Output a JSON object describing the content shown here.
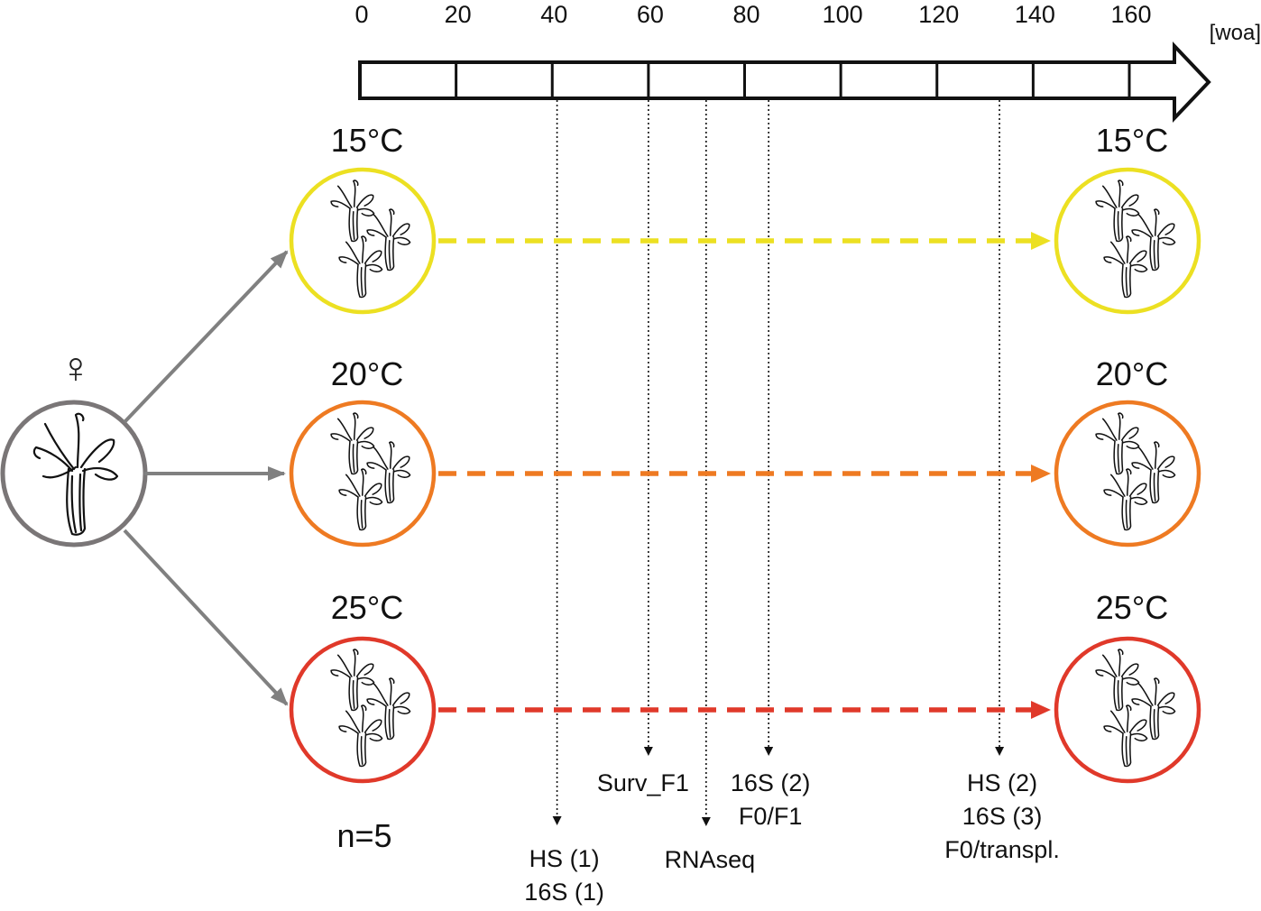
{
  "axis": {
    "ticks": [
      0,
      20,
      40,
      60,
      80,
      100,
      120,
      140,
      160
    ],
    "max": 170,
    "unit": "[woa]"
  },
  "mother": {
    "symbol": "♀"
  },
  "groups": [
    {
      "id": "g15",
      "label": "15°C",
      "color": "#ECE022"
    },
    {
      "id": "g20",
      "label": "20°C",
      "color": "#EE7A22"
    },
    {
      "id": "g25",
      "label": "25°C",
      "color": "#E0392A"
    }
  ],
  "sample_size": "n=5",
  "events": [
    {
      "id": "ev1",
      "woa": 41,
      "lines": [
        "HS (1)",
        "16S (1)"
      ],
      "tier": 3
    },
    {
      "id": "ev2",
      "woa": 60,
      "lines": [
        "Surv_F1"
      ],
      "tier": 1
    },
    {
      "id": "ev3",
      "woa": 72,
      "lines": [
        "RNAseq"
      ],
      "tier": 2
    },
    {
      "id": "ev4",
      "woa": 85,
      "lines": [
        "16S (2)",
        "F0/F1"
      ],
      "tier": 1
    },
    {
      "id": "ev5",
      "woa": 133,
      "lines": [
        "HS (2)",
        "16S (3)",
        "F0/transpl."
      ],
      "tier": 1
    }
  ],
  "colors": {
    "arrow_gray": "#808080",
    "mother_outline": "#7A7677",
    "axis": "#111111"
  }
}
